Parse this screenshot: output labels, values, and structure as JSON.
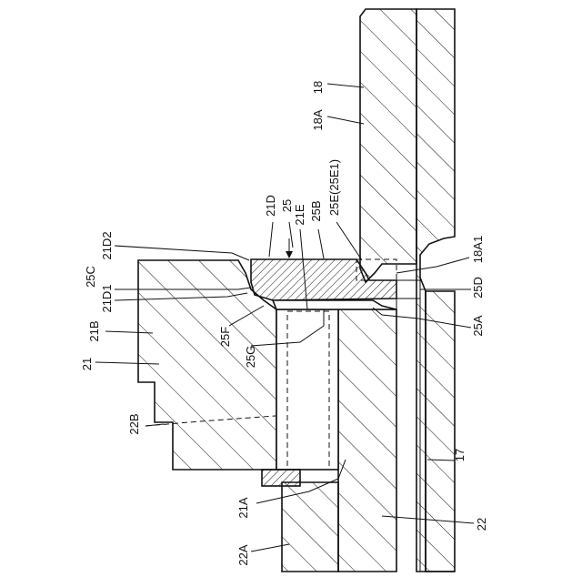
{
  "figure": {
    "labels": {
      "l18": "18",
      "l18A": "18A",
      "l18A1": "18A1",
      "l17": "17",
      "l21": "21",
      "l21A": "21A",
      "l21B": "21B",
      "l21D1": "21D1",
      "l21D2": "21D2",
      "l21D": "21D",
      "l21E": "21E",
      "l22": "22",
      "l22A": "22A",
      "l22B": "22B",
      "l25": "25",
      "l25A": "25A",
      "l25B": "25B",
      "l25C": "25C",
      "l25D": "25D",
      "l25E": "25E(25E1)",
      "l25F": "25F",
      "l25G": "25G"
    }
  }
}
